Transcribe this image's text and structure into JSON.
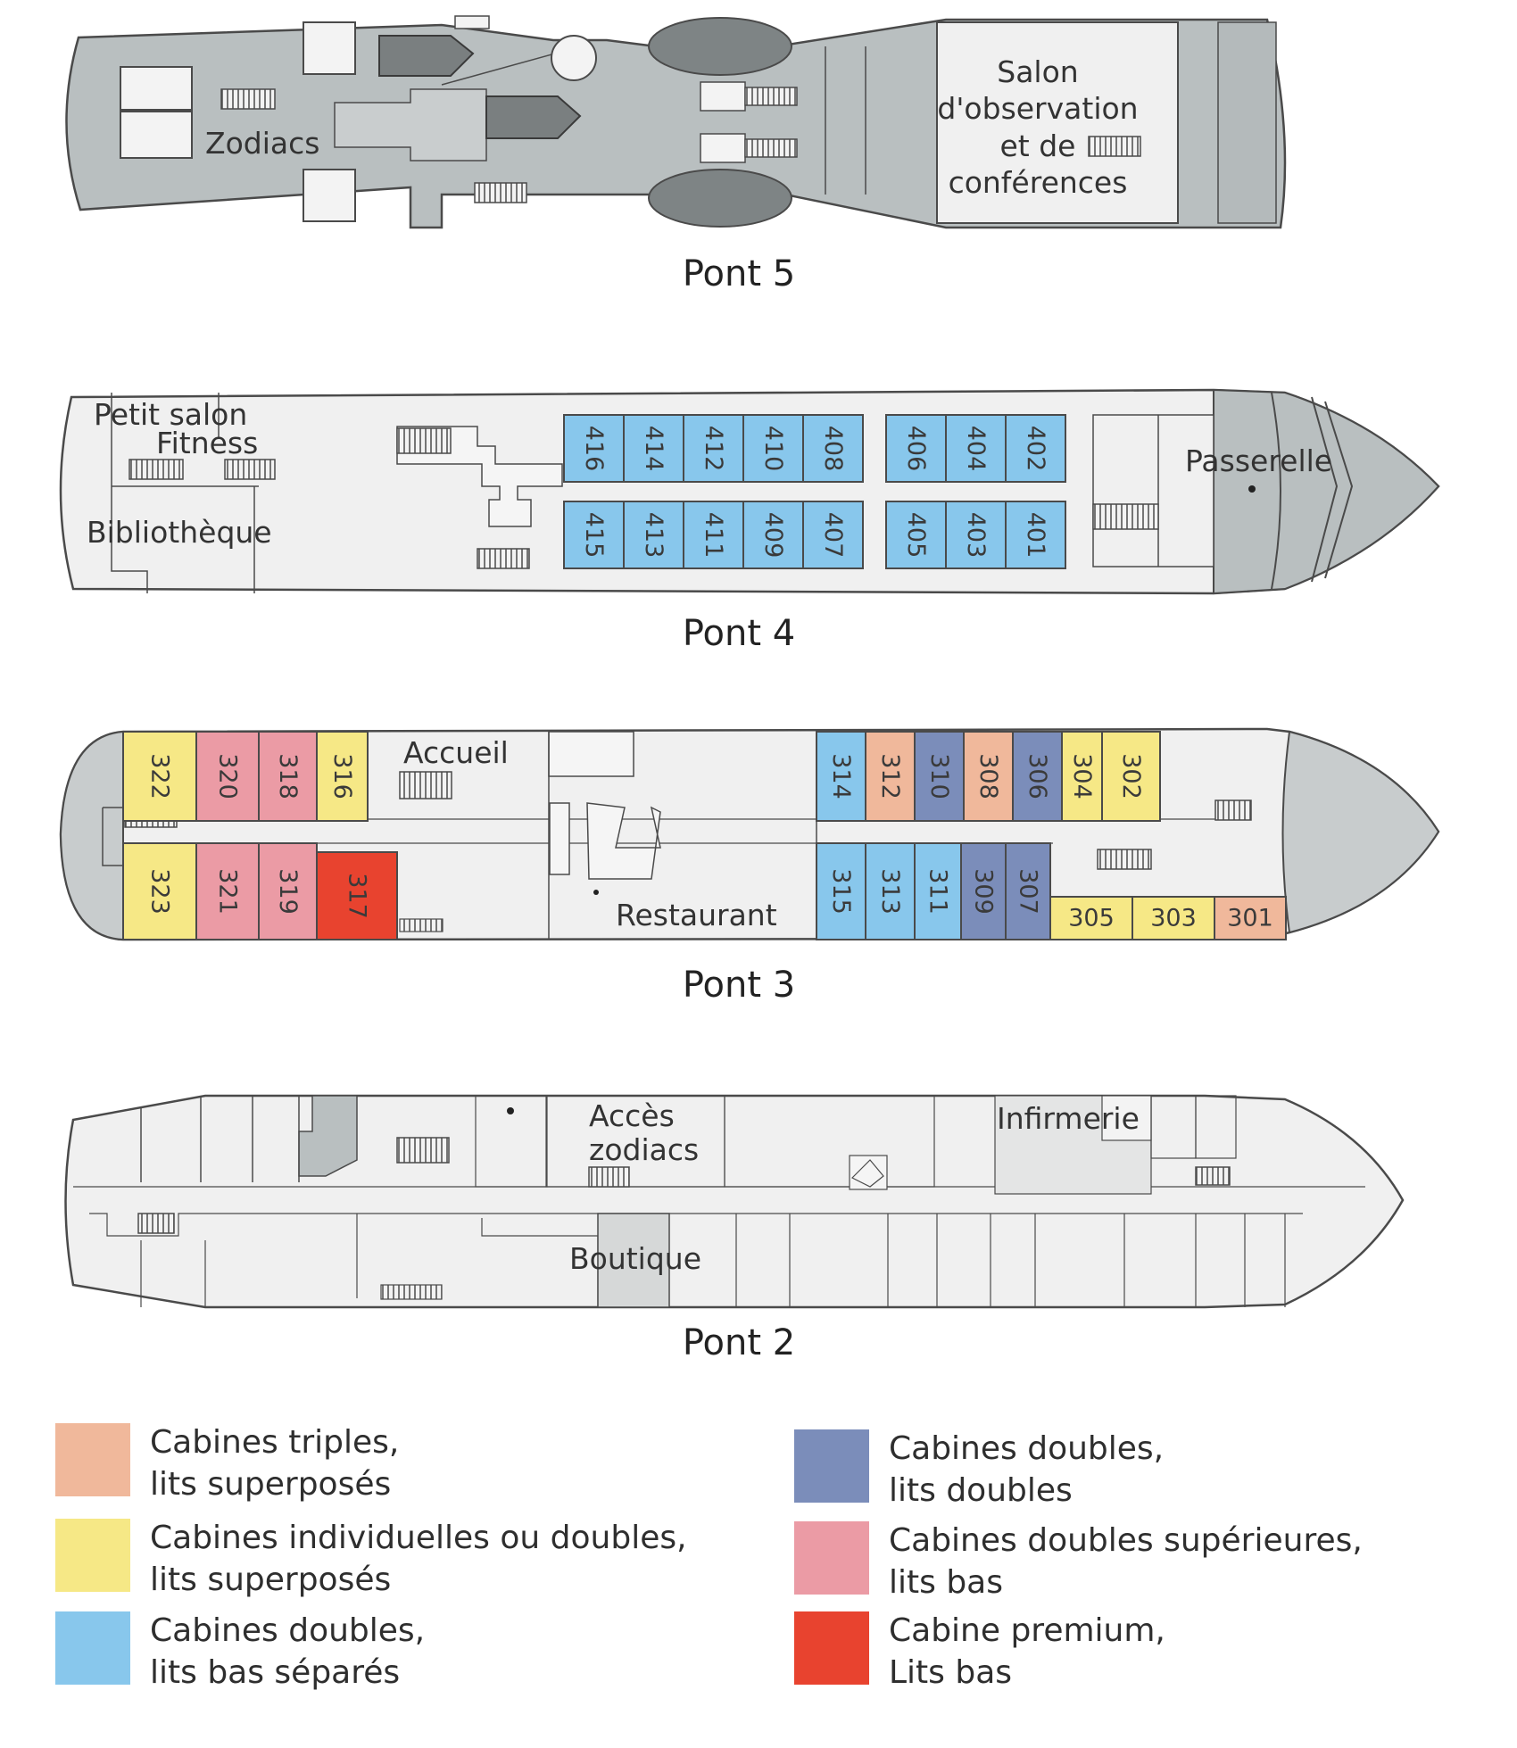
{
  "colors": {
    "triple_bunk": "#f0b89b",
    "single_double_bunk": "#f6e886",
    "double_separate": "#88c7ec",
    "double_double": "#7b8dba",
    "superior_double": "#eb9ba5",
    "premium": "#e8432f",
    "hull_light": "#f0f0f0",
    "hull_grey": "#b9bfc0",
    "outline": "#4a4a4a"
  },
  "decks": {
    "pont5": {
      "title": "Pont 5",
      "labels": {
        "zodiacs": "Zodiacs",
        "salon_1": "Salon",
        "salon_2": "d'observation",
        "salon_3": "et de",
        "salon_4": "conférences"
      }
    },
    "pont4": {
      "title": "Pont 4",
      "labels": {
        "petit_salon": "Petit salon",
        "fitness": "Fitness",
        "bibliotheque": "Bibliothèque",
        "passerelle": "Passerelle"
      },
      "cabins_top": [
        {
          "num": "416",
          "type": "double_separate"
        },
        {
          "num": "414",
          "type": "double_separate"
        },
        {
          "num": "412",
          "type": "double_separate"
        },
        {
          "num": "410",
          "type": "double_separate"
        },
        {
          "num": "408",
          "type": "double_separate"
        },
        {
          "num": "406",
          "type": "double_separate"
        },
        {
          "num": "404",
          "type": "double_separate"
        },
        {
          "num": "402",
          "type": "double_separate"
        }
      ],
      "cabins_bottom": [
        {
          "num": "415",
          "type": "double_separate"
        },
        {
          "num": "413",
          "type": "double_separate"
        },
        {
          "num": "411",
          "type": "double_separate"
        },
        {
          "num": "409",
          "type": "double_separate"
        },
        {
          "num": "407",
          "type": "double_separate"
        },
        {
          "num": "405",
          "type": "double_separate"
        },
        {
          "num": "403",
          "type": "double_separate"
        },
        {
          "num": "401",
          "type": "double_separate"
        }
      ]
    },
    "pont3": {
      "title": "Pont 3",
      "labels": {
        "accueil": "Accueil",
        "restaurant": "Restaurant"
      },
      "cabins": [
        {
          "num": "322",
          "type": "single_double_bunk"
        },
        {
          "num": "320",
          "type": "superior_double"
        },
        {
          "num": "318",
          "type": "superior_double"
        },
        {
          "num": "316",
          "type": "single_double_bunk"
        },
        {
          "num": "323",
          "type": "single_double_bunk"
        },
        {
          "num": "321",
          "type": "superior_double"
        },
        {
          "num": "319",
          "type": "superior_double"
        },
        {
          "num": "317",
          "type": "premium"
        },
        {
          "num": "314",
          "type": "double_separate"
        },
        {
          "num": "312",
          "type": "triple_bunk"
        },
        {
          "num": "310",
          "type": "double_double"
        },
        {
          "num": "308",
          "type": "triple_bunk"
        },
        {
          "num": "306",
          "type": "double_double"
        },
        {
          "num": "304",
          "type": "single_double_bunk"
        },
        {
          "num": "302",
          "type": "single_double_bunk"
        },
        {
          "num": "315",
          "type": "double_separate"
        },
        {
          "num": "313",
          "type": "double_separate"
        },
        {
          "num": "311",
          "type": "double_separate"
        },
        {
          "num": "309",
          "type": "double_double"
        },
        {
          "num": "307",
          "type": "double_double"
        },
        {
          "num": "305",
          "type": "single_double_bunk"
        },
        {
          "num": "303",
          "type": "single_double_bunk"
        },
        {
          "num": "301",
          "type": "triple_bunk"
        }
      ]
    },
    "pont2": {
      "title": "Pont 2",
      "labels": {
        "acces_1": "Accès",
        "acces_2": "zodiacs",
        "infirmerie": "Infirmerie",
        "boutique": "Boutique"
      }
    }
  },
  "legend": [
    {
      "key": "triple_bunk",
      "line1": "Cabines triples,",
      "line2": "lits superposés"
    },
    {
      "key": "single_double_bunk",
      "line1": "Cabines individuelles ou doubles,",
      "line2": "lits superposés"
    },
    {
      "key": "double_separate",
      "line1": "Cabines doubles,",
      "line2": "lits bas séparés"
    },
    {
      "key": "double_double",
      "line1": "Cabines doubles,",
      "line2": "lits doubles"
    },
    {
      "key": "superior_double",
      "line1": "Cabines doubles supérieures,",
      "line2": "lits bas"
    },
    {
      "key": "premium",
      "line1": "Cabine premium,",
      "line2": "Lits bas"
    }
  ]
}
